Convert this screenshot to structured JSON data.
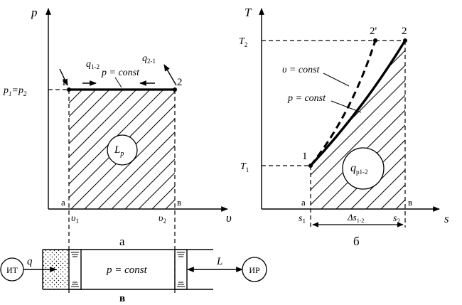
{
  "pv": {
    "y_axis": "p",
    "x_axis": "υ",
    "p1p2": [
      "p",
      "1",
      "=p",
      "2"
    ],
    "v1": [
      "υ",
      "1"
    ],
    "v2": [
      "υ",
      "2"
    ],
    "pt1": "1",
    "pt2": "2",
    "q12": [
      "q",
      "1-2"
    ],
    "q21": [
      "q",
      "2-1"
    ],
    "p_const": "p = const",
    "area": [
      "L",
      "p"
    ],
    "a_mark": "а",
    "b_mark": "в",
    "caption": "а"
  },
  "ts": {
    "y_axis": "T",
    "x_axis": "s",
    "T2": [
      "T",
      "2"
    ],
    "T1": [
      "T",
      "1"
    ],
    "pt2p": "2'",
    "pt2": "2",
    "pt1": "1",
    "v_const": "υ = const",
    "p_const": "p = const",
    "area": [
      "q",
      "p1-2"
    ],
    "a_mark": "а",
    "b_mark": "в",
    "s1": [
      "s",
      "1"
    ],
    "s2": [
      "s",
      "2"
    ],
    "ds": [
      "Δs",
      "1-2"
    ],
    "caption": "б"
  },
  "cyl": {
    "q": "q",
    "it": "ИТ",
    "ir": "ИР",
    "p_const": "p = const",
    "L": "L",
    "caption": "в"
  }
}
